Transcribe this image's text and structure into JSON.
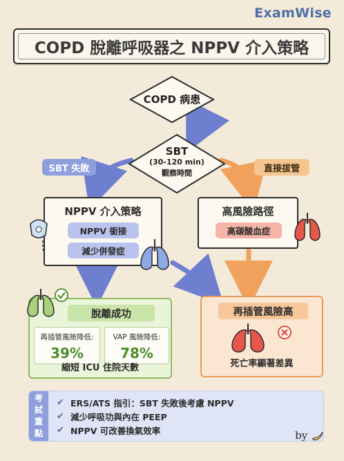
{
  "brand": "ExamWise",
  "title": "COPD 脫離呼吸器之 NPPV 介入策略",
  "start_node": "COPD 病患",
  "sbt_node": {
    "label": "SBT",
    "duration": "(30-120 min)",
    "note": "觀察時間"
  },
  "branch_left_tag": "SBT 失敗",
  "branch_right_tag": "直接拔管",
  "nppv_panel": {
    "title": "NPPV 介入策略",
    "items": [
      "NPPV 銜接",
      "減少併發症"
    ]
  },
  "risk_panel": {
    "title": "高風險路徑",
    "items": [
      "高碳酸血症"
    ]
  },
  "success_box": {
    "title": "脫離成功",
    "stats": [
      {
        "label": "再插管風險降低:",
        "value": "39%"
      },
      {
        "label": "VAP 風險降低:",
        "value": "78%"
      }
    ],
    "footer": "縮短 ICU 住院天數"
  },
  "danger_box": {
    "title": "再插管風險高",
    "footer": "死亡率顯著差異"
  },
  "exam_box": {
    "side_label": [
      "考",
      "試",
      "重",
      "點"
    ],
    "items": [
      "ERS/ATS 指引：SBT 失敗後考慮 NPPV",
      "減少呼吸功與內在 PEEP",
      "NPPV 可改善換氣效率"
    ]
  },
  "signature": "by",
  "colors": {
    "accent_blue": "#8f9fde",
    "accent_orange": "#f0a25c",
    "success_green": "#4c8d2c",
    "danger_red": "#e4574b"
  }
}
